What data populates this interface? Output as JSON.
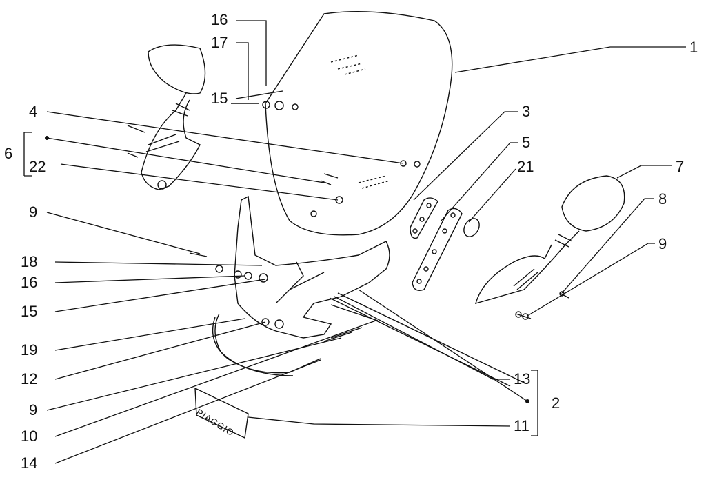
{
  "title": "Windshield and mirrors exploded parts diagram",
  "callouts": [
    {
      "id": "c16a",
      "text": "16"
    },
    {
      "id": "c17",
      "text": "17"
    },
    {
      "id": "c15a",
      "text": "15"
    },
    {
      "id": "c1",
      "text": "1"
    },
    {
      "id": "c4",
      "text": "4"
    },
    {
      "id": "c6",
      "text": "6"
    },
    {
      "id": "c22",
      "text": "22"
    },
    {
      "id": "c3",
      "text": "3"
    },
    {
      "id": "c5",
      "text": "5"
    },
    {
      "id": "c21",
      "text": "21"
    },
    {
      "id": "c7",
      "text": "7"
    },
    {
      "id": "c8",
      "text": "8"
    },
    {
      "id": "c9r",
      "text": "9"
    },
    {
      "id": "c9a",
      "text": "9"
    },
    {
      "id": "c18",
      "text": "18"
    },
    {
      "id": "c16b",
      "text": "16"
    },
    {
      "id": "c15b",
      "text": "15"
    },
    {
      "id": "c19",
      "text": "19"
    },
    {
      "id": "c12",
      "text": "12"
    },
    {
      "id": "c9b",
      "text": "9"
    },
    {
      "id": "c10",
      "text": "10"
    },
    {
      "id": "c14",
      "text": "14"
    },
    {
      "id": "c13",
      "text": "13"
    },
    {
      "id": "c2",
      "text": "2"
    },
    {
      "id": "c11",
      "text": "11"
    }
  ],
  "logo_plate": "PIAGGIO"
}
